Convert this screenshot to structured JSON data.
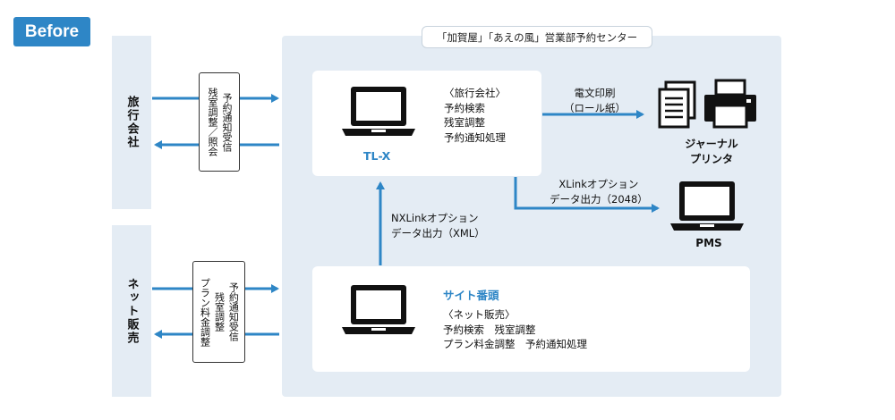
{
  "badge": "Before",
  "left_boxes": {
    "travel_agency": "旅行会社",
    "net_sales": "ネット販売"
  },
  "left_labels": {
    "travel_label_col1": "残室調整／照会",
    "travel_label_col2": "予約通知受信",
    "net_label_col1": "プラン料金調整",
    "net_label_col2": "残室調整",
    "net_label_col3": "予約通知受信"
  },
  "center": {
    "title": "「加賀屋」「あえの風」営業部予約センター",
    "tlx": {
      "name": "TL-X",
      "lines": [
        "〈旅行会社〉",
        "予約検索",
        "残室調整",
        "予約通知処理"
      ]
    },
    "site": {
      "name": "サイト番頭",
      "lines": [
        "〈ネット販売〉",
        "予約検索　残室調整",
        "プラン料金調整　予約通知処理"
      ]
    },
    "nxlink_label": [
      "NXLinkオプション",
      "データ出力（XML）"
    ]
  },
  "right": {
    "print_label": [
      "電文印刷",
      "（ロール紙）"
    ],
    "xlink_label": [
      "XLinkオプション",
      "データ出力（2048）"
    ],
    "journal_printer": [
      "ジャーナル",
      "プリンタ"
    ],
    "pms": "PMS"
  },
  "colors": {
    "accent": "#2e86c6",
    "panel": "#e4ecf4"
  },
  "icons": [
    "laptop-icon",
    "document-icon",
    "printer-icon",
    "arrow-icon"
  ]
}
